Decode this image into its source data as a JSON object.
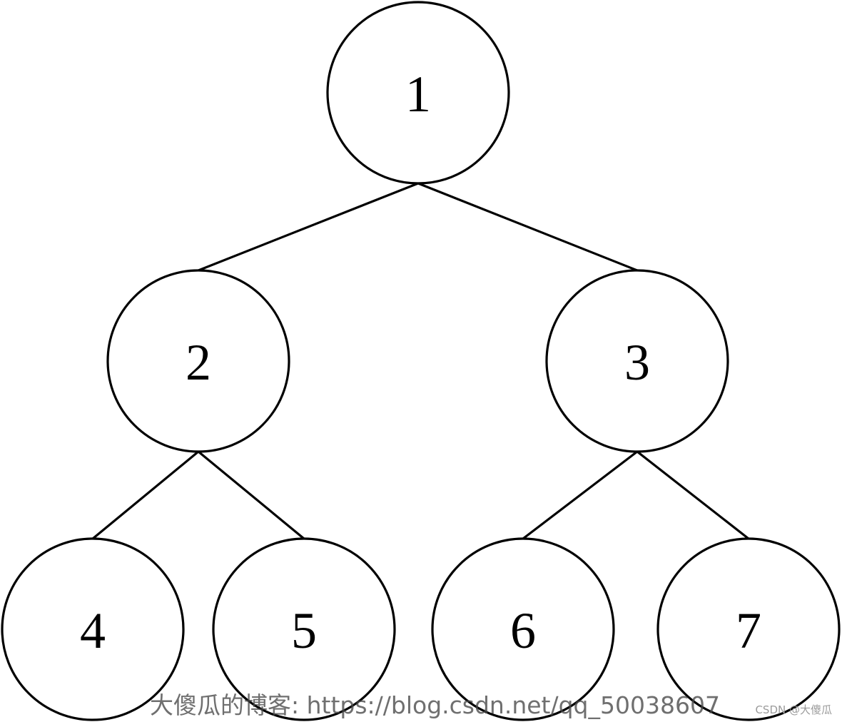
{
  "tree": {
    "nodes": [
      {
        "id": "1",
        "label": "1"
      },
      {
        "id": "2",
        "label": "2"
      },
      {
        "id": "3",
        "label": "3"
      },
      {
        "id": "4",
        "label": "4"
      },
      {
        "id": "5",
        "label": "5"
      },
      {
        "id": "6",
        "label": "6"
      },
      {
        "id": "7",
        "label": "7"
      }
    ],
    "edges": [
      {
        "from": "1",
        "to": "2"
      },
      {
        "from": "1",
        "to": "3"
      },
      {
        "from": "2",
        "to": "4"
      },
      {
        "from": "2",
        "to": "5"
      },
      {
        "from": "3",
        "to": "6"
      },
      {
        "from": "3",
        "to": "7"
      }
    ]
  },
  "watermark": {
    "main": "大傻瓜的博客: https://blog.csdn.net/qq_50038607",
    "corner": "CSDN @大傻瓜"
  },
  "colors": {
    "stroke": "#000000",
    "background": "#ffffff"
  }
}
